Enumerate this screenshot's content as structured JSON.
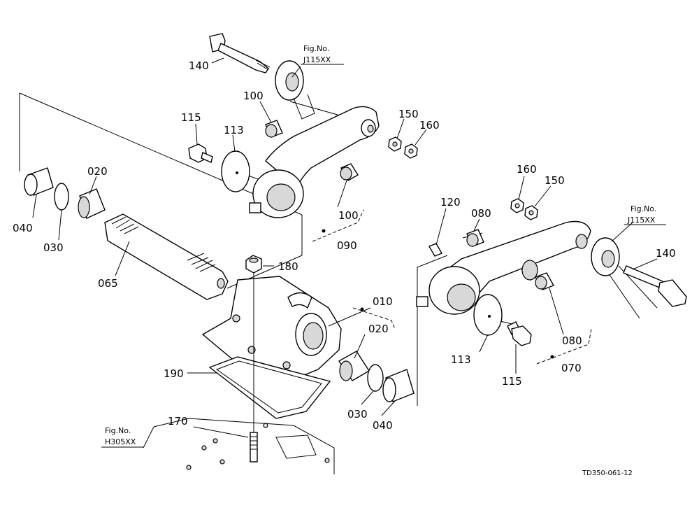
{
  "drawing_code": "TD350-061-12",
  "references": {
    "fig_label": "Fig.No.",
    "top": "J115XX",
    "right": "J115XX",
    "bottom_left": "H305XX"
  },
  "callouts": {
    "p140_top": "140",
    "p100_top": "100",
    "p115_left": "115",
    "p113_left": "113",
    "p150_top": "150",
    "p160_top": "160",
    "p020_left": "020",
    "p040_left": "040",
    "p030_left": "030",
    "p100_mid": "100",
    "p090": "090",
    "p065": "065",
    "p180": "180",
    "p010": "010",
    "p020_right": "020",
    "p190": "190",
    "p170": "170",
    "p030_right": "030",
    "p040_right": "040",
    "p160_right": "160",
    "p150_right": "150",
    "p120": "120",
    "p080_top": "080",
    "p140_right": "140",
    "p113_right": "113",
    "p115_right": "115",
    "p080_bottom": "080",
    "p070": "070"
  }
}
